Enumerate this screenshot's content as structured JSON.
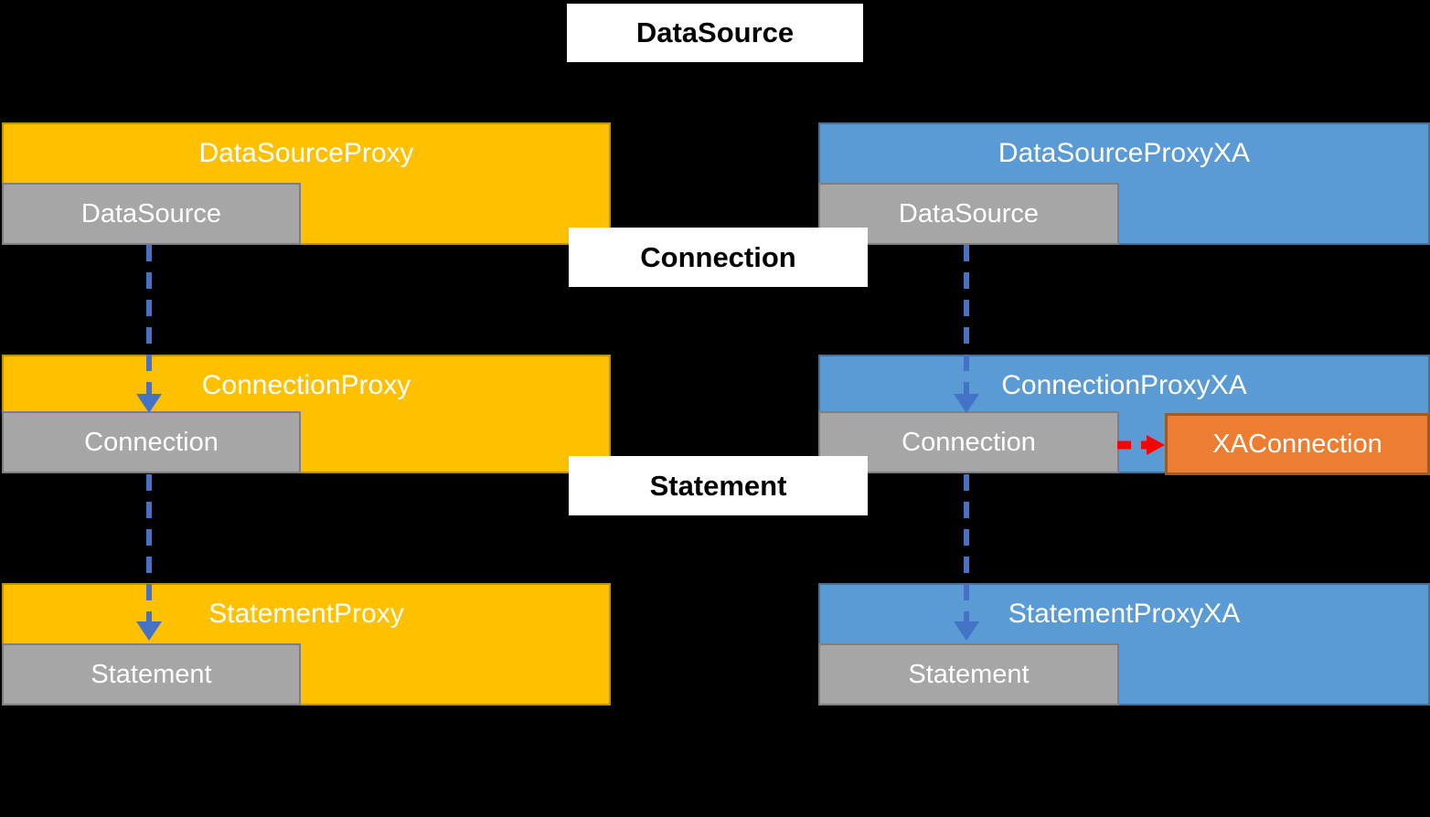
{
  "diagram": {
    "interface_labels": {
      "datasource": "DataSource",
      "connection": "Connection",
      "statement": "Statement"
    },
    "left_column": {
      "rows": [
        {
          "title": "DataSourceProxy",
          "inner": "DataSource"
        },
        {
          "title": "ConnectionProxy",
          "inner": "Connection"
        },
        {
          "title": "StatementProxy",
          "inner": "Statement"
        }
      ]
    },
    "right_column": {
      "rows": [
        {
          "title": "DataSourceProxyXA",
          "inner": "DataSource"
        },
        {
          "title": "ConnectionProxyXA",
          "inner": "Connection"
        },
        {
          "title": "StatementProxyXA",
          "inner": "Statement"
        }
      ],
      "xa_connection": "XAConnection"
    },
    "colors": {
      "background": "#000000",
      "proxy_yellow": "#FFC000",
      "proxy_yellow_border": "#BF9000",
      "proxy_blue": "#5B9BD5",
      "proxy_blue_border": "#41719C",
      "inner_gray": "#A6A6A6",
      "inner_gray_border": "#7F7F7F",
      "xa_orange": "#ED7D31",
      "xa_orange_border": "#9C5A24",
      "flow_arrow_blue": "#4472C4",
      "xa_arrow_red": "#FF0000",
      "label_background": "#FFFFFF",
      "label_text": "#000000"
    }
  }
}
